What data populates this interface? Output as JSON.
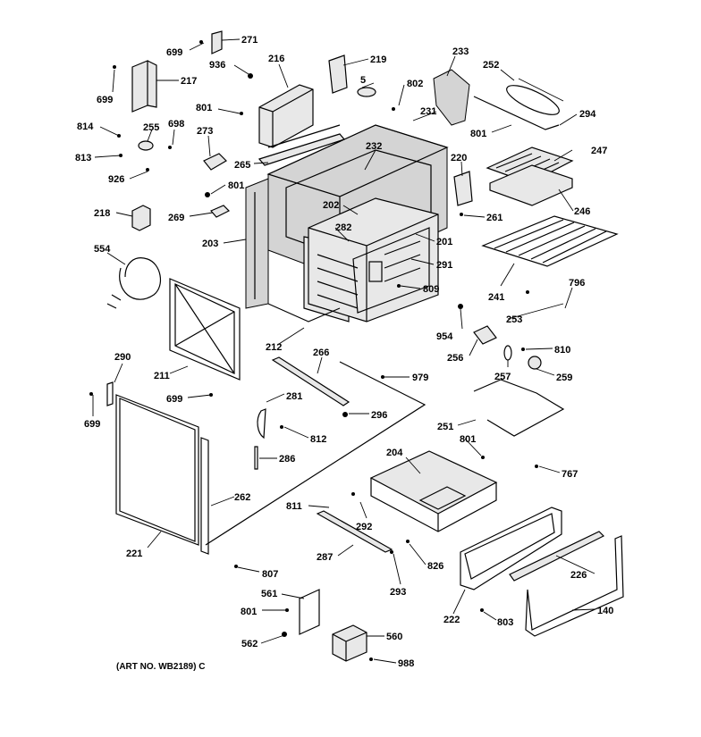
{
  "labels": {
    "l699a": "699",
    "l271": "271",
    "l936": "936",
    "l216": "216",
    "l219": "219",
    "l233": "233",
    "l252": "252",
    "l217": "217",
    "l699b": "699",
    "l5": "5",
    "l802": "802",
    "l801a": "801",
    "l231": "231",
    "l294": "294",
    "l814": "814",
    "l255": "255",
    "l698": "698",
    "l273": "273",
    "l801b": "801",
    "l813": "813",
    "l232": "232",
    "l220": "220",
    "l247": "247",
    "l926": "926",
    "l265": "265",
    "l801c": "801",
    "l202": "202",
    "l218": "218",
    "l269": "269",
    "l246": "246",
    "l261": "261",
    "l282": "282",
    "l203": "203",
    "l201": "201",
    "l554": "554",
    "l291": "291",
    "l241": "241",
    "l809": "809",
    "l796": "796",
    "l253": "253",
    "l954": "954",
    "l212": "212",
    "l810": "810",
    "l256": "256",
    "l266": "266",
    "l290": "290",
    "l211": "211",
    "l979": "979",
    "l257": "257",
    "l259": "259",
    "l699c": "699",
    "l281": "281",
    "l699d": "699",
    "l296": "296",
    "l251": "251",
    "l812": "812",
    "l801d": "801",
    "l204": "204",
    "l286": "286",
    "l767": "767",
    "l262": "262",
    "l811": "811",
    "l292": "292",
    "l221": "221",
    "l287": "287",
    "l826": "826",
    "l226": "226",
    "l807": "807",
    "l293": "293",
    "l561": "561",
    "l222": "222",
    "l140": "140",
    "l801e": "801",
    "l803": "803",
    "l560": "560",
    "l562": "562",
    "l988": "988"
  },
  "caption": "(ART NO. WB2189) C"
}
